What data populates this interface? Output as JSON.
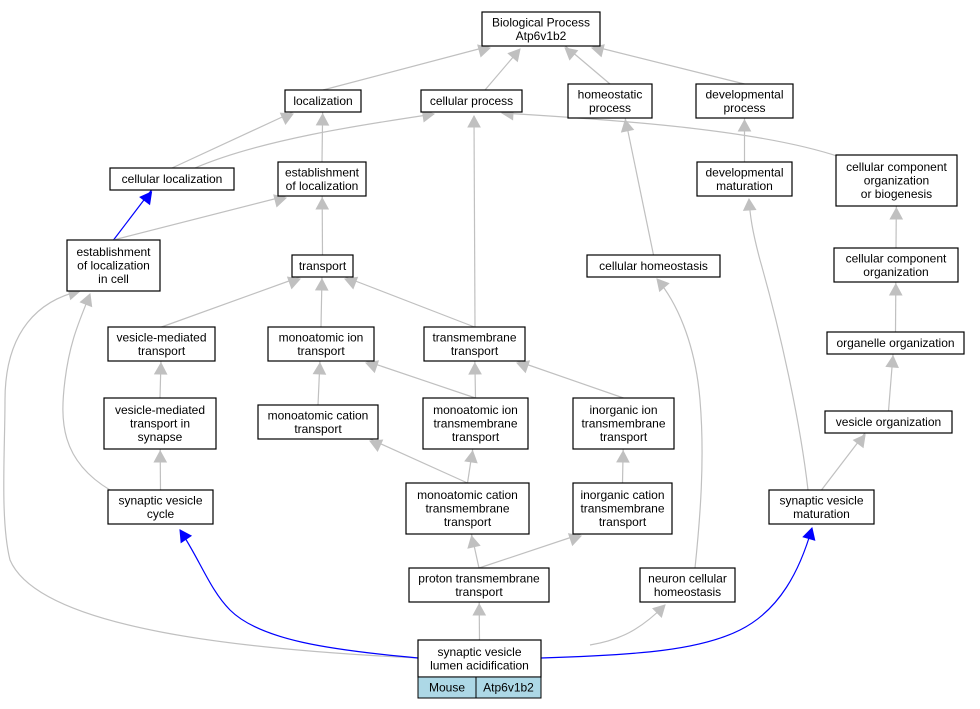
{
  "colors": {
    "edge_grey": "#c0c0c0",
    "edge_blue": "#0000ff",
    "node_border": "#000000",
    "tag_fill": "#add8e6"
  },
  "nodes": {
    "bp": [
      "Biological Process",
      "Atp6v1b2"
    ],
    "localization": [
      "localization"
    ],
    "cellular_process": [
      "cellular process"
    ],
    "homeostatic_process": [
      "homeostatic",
      "process"
    ],
    "developmental_process": [
      "developmental",
      "process"
    ],
    "cellular_localization": [
      "cellular localization"
    ],
    "establishment_of_localization": [
      "establishment",
      "of localization"
    ],
    "developmental_maturation": [
      "developmental",
      "maturation"
    ],
    "cc_org_or_biogenesis": [
      "cellular component",
      "organization",
      "or biogenesis"
    ],
    "establishment_in_cell": [
      "establishment",
      "of localization",
      "in cell"
    ],
    "transport": [
      "transport"
    ],
    "cellular_homeostasis": [
      "cellular homeostasis"
    ],
    "cc_organization": [
      "cellular component",
      "organization"
    ],
    "vesicle_mediated_transport": [
      "vesicle-mediated",
      "transport"
    ],
    "monoatomic_ion_transport": [
      "monoatomic ion",
      "transport"
    ],
    "transmembrane_transport": [
      "transmembrane",
      "transport"
    ],
    "organelle_organization": [
      "organelle organization"
    ],
    "vmt_in_synapse": [
      "vesicle-mediated",
      "transport in",
      "synapse"
    ],
    "monoatomic_cation_transport": [
      "monoatomic cation",
      "transport"
    ],
    "monoatomic_ion_tm_transport": [
      "monoatomic ion",
      "transmembrane",
      "transport"
    ],
    "inorganic_ion_tm_transport": [
      "inorganic ion",
      "transmembrane",
      "transport"
    ],
    "vesicle_organization": [
      "vesicle organization"
    ],
    "synaptic_vesicle_cycle": [
      "synaptic vesicle",
      "cycle"
    ],
    "monoatomic_cation_tm_transport": [
      "monoatomic cation",
      "transmembrane",
      "transport"
    ],
    "inorganic_cation_tm_transport": [
      "inorganic cation",
      "transmembrane",
      "transport"
    ],
    "synaptic_vesicle_maturation": [
      "synaptic vesicle",
      "maturation"
    ],
    "proton_tm_transport": [
      "proton transmembrane",
      "transport"
    ],
    "neuron_cellular_homeostasis": [
      "neuron cellular",
      "homeostasis"
    ],
    "sv_lumen_acidification": [
      "synaptic vesicle",
      "lumen acidification"
    ]
  },
  "tags": {
    "organism": "Mouse",
    "gene": "Atp6v1b2"
  },
  "edges": [
    {
      "from": "localization",
      "to": "bp",
      "color": "grey"
    },
    {
      "from": "cellular_process",
      "to": "bp",
      "color": "grey"
    },
    {
      "from": "homeostatic_process",
      "to": "bp",
      "color": "grey"
    },
    {
      "from": "developmental_process",
      "to": "bp",
      "color": "grey"
    },
    {
      "from": "cellular_localization",
      "to": "localization",
      "color": "grey"
    },
    {
      "from": "cellular_localization",
      "to": "cellular_process",
      "color": "grey"
    },
    {
      "from": "establishment_of_localization",
      "to": "localization",
      "color": "grey"
    },
    {
      "from": "cc_org_or_biogenesis",
      "to": "cellular_process",
      "color": "grey"
    },
    {
      "from": "developmental_maturation",
      "to": "developmental_process",
      "color": "grey"
    },
    {
      "from": "establishment_in_cell",
      "to": "cellular_localization",
      "color": "blue"
    },
    {
      "from": "establishment_in_cell",
      "to": "establishment_of_localization",
      "color": "grey"
    },
    {
      "from": "transport",
      "to": "establishment_of_localization",
      "color": "grey"
    },
    {
      "from": "cellular_homeostasis",
      "to": "homeostatic_process",
      "color": "grey"
    },
    {
      "from": "cc_organization",
      "to": "cc_org_or_biogenesis",
      "color": "grey"
    },
    {
      "from": "vesicle_mediated_transport",
      "to": "transport",
      "color": "grey"
    },
    {
      "from": "monoatomic_ion_transport",
      "to": "transport",
      "color": "grey"
    },
    {
      "from": "transmembrane_transport",
      "to": "transport",
      "color": "grey"
    },
    {
      "from": "transmembrane_transport",
      "to": "cellular_process",
      "color": "grey"
    },
    {
      "from": "organelle_organization",
      "to": "cc_organization",
      "color": "grey"
    },
    {
      "from": "vmt_in_synapse",
      "to": "vesicle_mediated_transport",
      "color": "grey"
    },
    {
      "from": "monoatomic_cation_transport",
      "to": "monoatomic_ion_transport",
      "color": "grey"
    },
    {
      "from": "monoatomic_ion_tm_transport",
      "to": "monoatomic_ion_transport",
      "color": "grey"
    },
    {
      "from": "monoatomic_ion_tm_transport",
      "to": "transmembrane_transport",
      "color": "grey"
    },
    {
      "from": "inorganic_ion_tm_transport",
      "to": "transmembrane_transport",
      "color": "grey"
    },
    {
      "from": "vesicle_organization",
      "to": "organelle_organization",
      "color": "grey"
    },
    {
      "from": "synaptic_vesicle_cycle",
      "to": "vmt_in_synapse",
      "color": "grey"
    },
    {
      "from": "synaptic_vesicle_cycle",
      "to": "establishment_in_cell",
      "color": "grey"
    },
    {
      "from": "monoatomic_cation_tm_transport",
      "to": "monoatomic_cation_transport",
      "color": "grey"
    },
    {
      "from": "monoatomic_cation_tm_transport",
      "to": "monoatomic_ion_tm_transport",
      "color": "grey"
    },
    {
      "from": "inorganic_cation_tm_transport",
      "to": "inorganic_ion_tm_transport",
      "color": "grey"
    },
    {
      "from": "synaptic_vesicle_maturation",
      "to": "vesicle_organization",
      "color": "grey"
    },
    {
      "from": "synaptic_vesicle_maturation",
      "to": "developmental_maturation",
      "color": "grey"
    },
    {
      "from": "proton_tm_transport",
      "to": "monoatomic_cation_tm_transport",
      "color": "grey"
    },
    {
      "from": "proton_tm_transport",
      "to": "inorganic_cation_tm_transport",
      "color": "grey"
    },
    {
      "from": "neuron_cellular_homeostasis",
      "to": "cellular_homeostasis",
      "color": "grey"
    },
    {
      "from": "sv_lumen_acidification",
      "to": "proton_tm_transport",
      "color": "grey"
    },
    {
      "from": "sv_lumen_acidification",
      "to": "neuron_cellular_homeostasis",
      "color": "grey"
    },
    {
      "from": "sv_lumen_acidification",
      "to": "establishment_in_cell",
      "color": "grey"
    },
    {
      "from": "sv_lumen_acidification",
      "to": "synaptic_vesicle_cycle",
      "color": "blue"
    },
    {
      "from": "sv_lumen_acidification",
      "to": "synaptic_vesicle_maturation",
      "color": "blue"
    }
  ]
}
